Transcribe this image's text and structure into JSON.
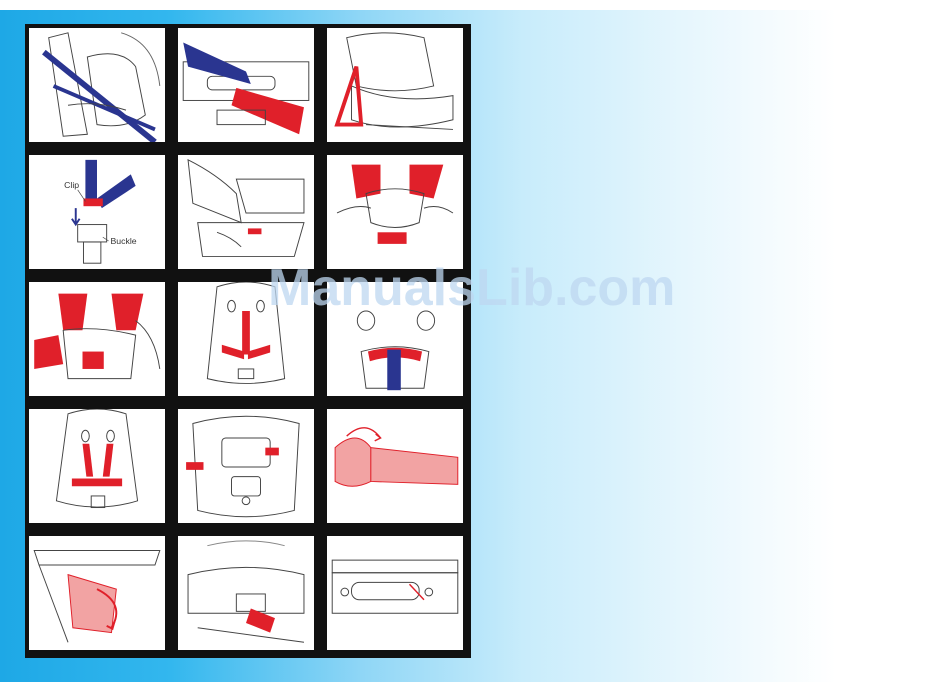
{
  "diagram": {
    "labels": {
      "clip": "Clip",
      "buckle": "Buckle"
    }
  },
  "watermark": "ManualsLib.com",
  "colors": {
    "harness_red": "#e0202a",
    "belt_blue": "#2a3590",
    "frame_black": "#111111",
    "bg_blue": "#1ea8e6"
  }
}
